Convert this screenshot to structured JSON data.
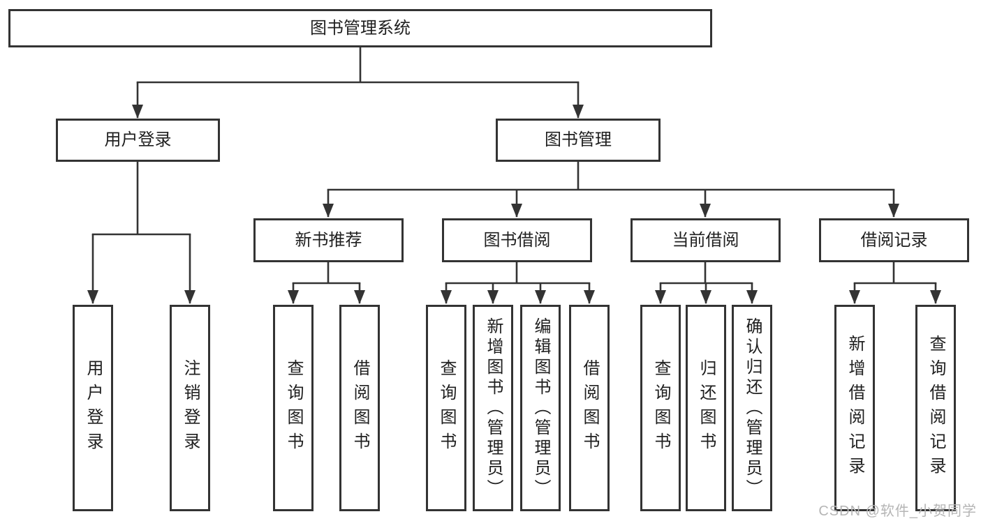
{
  "tree": {
    "root": {
      "label": "图书管理系统",
      "children": {
        "user_login": {
          "label": "用户登录",
          "children": {
            "login": {
              "label": "用户登录"
            },
            "logout": {
              "label": "注销登录"
            }
          }
        },
        "book_mgmt": {
          "label": "图书管理",
          "children": {
            "new_book_rec": {
              "label": "新书推荐",
              "children": {
                "query_books": {
                  "label": "查询图书"
                },
                "borrow_books": {
                  "label": "借阅图书"
                }
              }
            },
            "book_borrow": {
              "label": "图书借阅",
              "children": {
                "query_books": {
                  "label": "查询图书"
                },
                "add_books": {
                  "label": "新增图书（管理员）"
                },
                "edit_books": {
                  "label": "编辑图书（管理员）"
                },
                "borrow_books": {
                  "label": "借阅图书"
                }
              }
            },
            "current_borrow": {
              "label": "当前借阅",
              "children": {
                "query_books": {
                  "label": "查询图书"
                },
                "return_books": {
                  "label": "归还图书"
                },
                "confirm_return": {
                  "label": "确认归还（管理员）"
                }
              }
            },
            "borrow_records": {
              "label": "借阅记录",
              "children": {
                "add_record": {
                  "label": "新增借阅记录"
                },
                "query_record": {
                  "label": "查询借阅记录"
                }
              }
            }
          }
        }
      }
    }
  },
  "watermark": {
    "text": "CSDN @软件_小贺同学"
  },
  "colors": {
    "line": "#333333",
    "box_border": "#333333",
    "text": "#1f1f1f",
    "watermark": "#b5b5b5",
    "background": "#ffffff"
  }
}
